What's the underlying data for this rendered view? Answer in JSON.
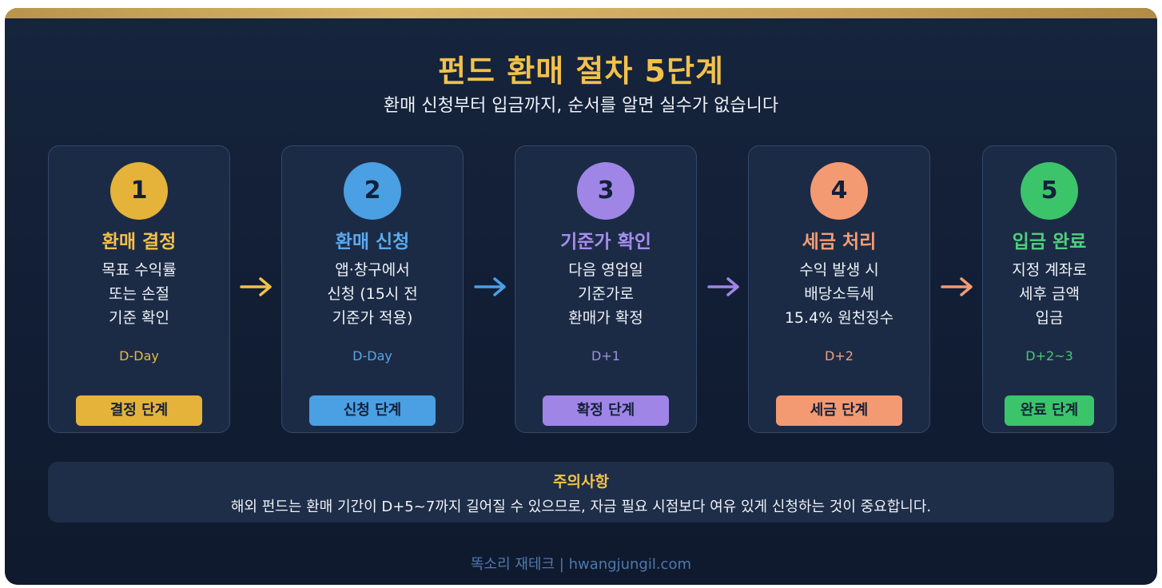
{
  "title": "펀드 환매 절차 5단계",
  "subtitle": "환매 신청부터 입금까지, 순서를 알면 실수가 없습니다",
  "steps": [
    {
      "num": "1",
      "title": "환매 결정",
      "desc": [
        "목표 수익률",
        "또는 손절",
        "기준 확인"
      ],
      "day": "D-Day",
      "badge": "결정 단계",
      "color": "#e5b33a",
      "day_color": "#e9b847",
      "title_color": "#f2c14b"
    },
    {
      "num": "2",
      "title": "환매 신청",
      "desc": [
        "앱·창구에서",
        "신청 (15시 전",
        "기준가 적용)"
      ],
      "day": "D-Day",
      "badge": "신청 단계",
      "color": "#4b9fe3",
      "day_color": "#5aa5e6",
      "title_color": "#5aa9ef"
    },
    {
      "num": "3",
      "title": "기준가 확인",
      "desc": [
        "다음 영업일",
        "기준가로",
        "환매가 확정"
      ],
      "day": "D+1",
      "badge": "확정 단계",
      "color": "#9f86e6",
      "day_color": "#a48de4",
      "title_color": "#a78cf0"
    },
    {
      "num": "4",
      "title": "세금 처리",
      "desc": [
        "수익 발생 시",
        "배당소득세",
        "15.4% 원천징수"
      ],
      "day": "D+2",
      "badge": "세금 단계",
      "color": "#f39a72",
      "day_color": "#f2a07c",
      "title_color": "#f49d75"
    },
    {
      "num": "5",
      "title": "입금 완료",
      "desc": [
        "지정 계좌로",
        "세후 금액",
        "입금"
      ],
      "day": "D+2~3",
      "badge": "완료 단계",
      "color": "#3cc46a",
      "day_color": "#45c873",
      "title_color": "#4fd07b"
    }
  ],
  "arrows": [
    {
      "color": "#f2c14b"
    },
    {
      "color": "#4b9fe3"
    },
    {
      "color": "#9f86e6"
    },
    {
      "color": "#f39a72"
    }
  ],
  "notice": {
    "title": "주의사항",
    "text": "해외 펀드는 환매 기간이 D+5~7까지 길어질 수 있으므로, 자금 필요 시점보다 여유 있게 신청하는 것이 중요합니다."
  },
  "footer": "똑소리 재테크 | hwangjungil.com",
  "colors": {
    "background": "#13203a",
    "accent_gold": "#f2c14b",
    "card": "#1c2b45"
  }
}
